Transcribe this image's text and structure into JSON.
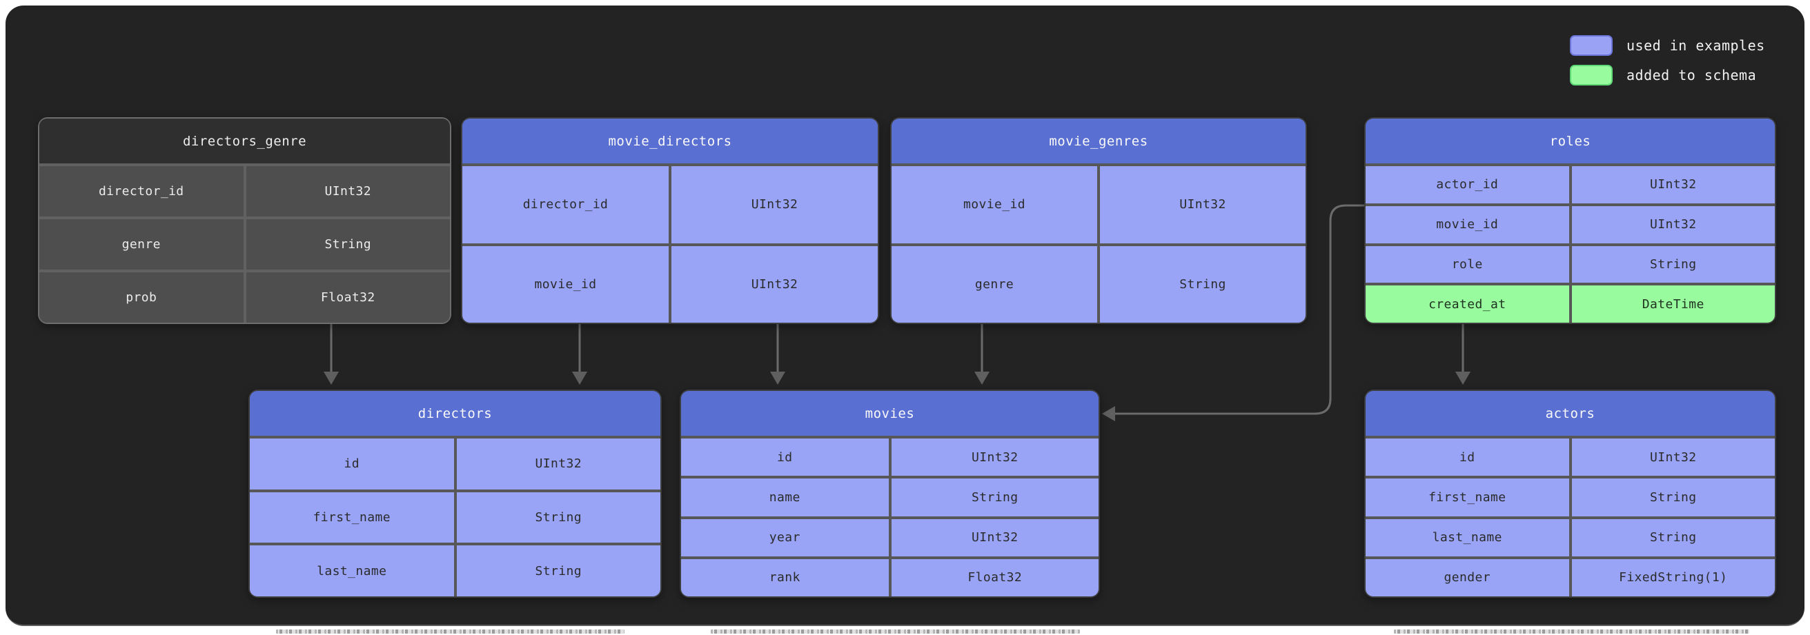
{
  "legend": {
    "items": [
      {
        "label": "used in examples",
        "color": "#99a2f5"
      },
      {
        "label": "added to schema",
        "color": "#98fb9e"
      }
    ]
  },
  "colors": {
    "canvas_background": "#232323",
    "table_header_blue": "#5a6fd2",
    "table_row_blue": "#99a4f7",
    "table_row_green": "#98fb9e",
    "table_header_gray": "#2f2f2f",
    "table_row_gray": "#4e4e4e",
    "separator_gray": "#5e5e5e",
    "arrow_gray": "#6b6b6b"
  },
  "tables": [
    {
      "name": "directors_genre",
      "style": "plain",
      "rows": [
        {
          "field": "director_id",
          "type": "UInt32"
        },
        {
          "field": "genre",
          "type": "String"
        },
        {
          "field": "prob",
          "type": "Float32"
        }
      ]
    },
    {
      "name": "movie_directors",
      "style": "used-in-examples",
      "rows": [
        {
          "field": "director_id",
          "type": "UInt32"
        },
        {
          "field": "movie_id",
          "type": "UInt32"
        }
      ]
    },
    {
      "name": "movie_genres",
      "style": "used-in-examples",
      "rows": [
        {
          "field": "movie_id",
          "type": "UInt32"
        },
        {
          "field": "genre",
          "type": "String"
        }
      ]
    },
    {
      "name": "roles",
      "style": "used-in-examples",
      "rows": [
        {
          "field": "actor_id",
          "type": "UInt32"
        },
        {
          "field": "movie_id",
          "type": "UInt32"
        },
        {
          "field": "role",
          "type": "String"
        },
        {
          "field": "created_at",
          "type": "DateTime",
          "added_to_schema": true
        }
      ]
    },
    {
      "name": "directors",
      "style": "used-in-examples",
      "rows": [
        {
          "field": "id",
          "type": "UInt32"
        },
        {
          "field": "first_name",
          "type": "String"
        },
        {
          "field": "last_name",
          "type": "String"
        }
      ]
    },
    {
      "name": "movies",
      "style": "used-in-examples",
      "rows": [
        {
          "field": "id",
          "type": "UInt32"
        },
        {
          "field": "name",
          "type": "String"
        },
        {
          "field": "year",
          "type": "UInt32"
        },
        {
          "field": "rank",
          "type": "Float32"
        }
      ]
    },
    {
      "name": "actors",
      "style": "used-in-examples",
      "rows": [
        {
          "field": "id",
          "type": "UInt32"
        },
        {
          "field": "first_name",
          "type": "String"
        },
        {
          "field": "last_name",
          "type": "String"
        },
        {
          "field": "gender",
          "type": "FixedString(1)"
        }
      ]
    }
  ],
  "relationships": [
    {
      "from": "directors_genre",
      "to": "directors"
    },
    {
      "from": "movie_directors",
      "to": "directors"
    },
    {
      "from": "movie_directors",
      "to": "movies"
    },
    {
      "from": "movie_genres",
      "to": "movies"
    },
    {
      "from": "roles",
      "to": "movies"
    },
    {
      "from": "roles",
      "to": "actors"
    }
  ]
}
